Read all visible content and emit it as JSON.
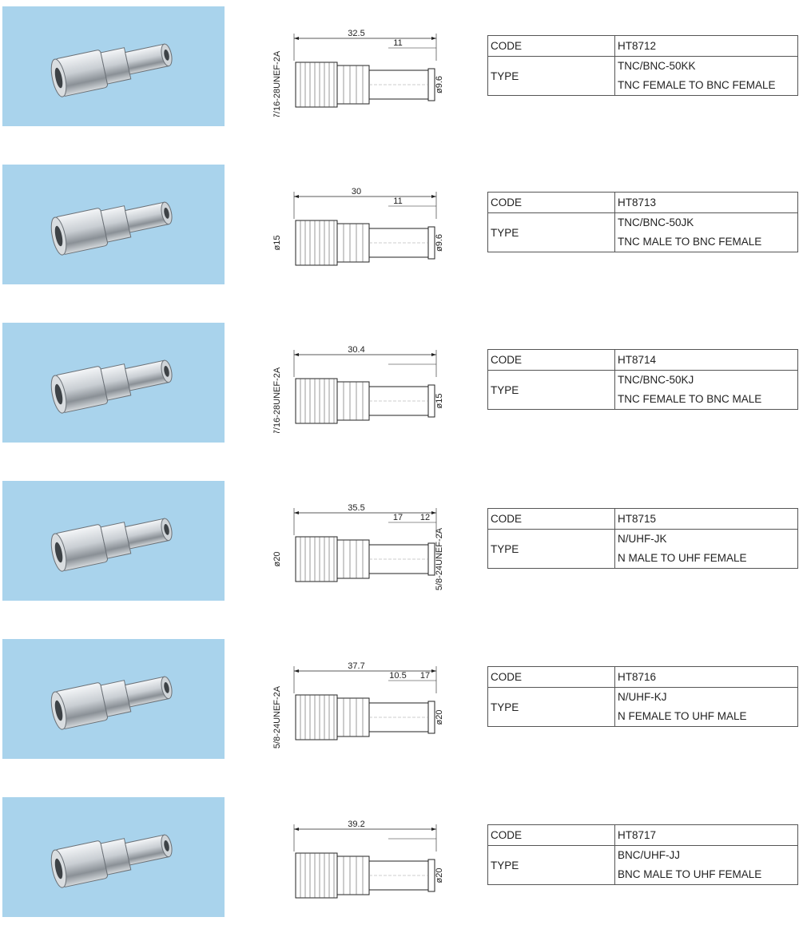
{
  "products": [
    {
      "code_label": "CODE",
      "code": "HT8712",
      "type_label": "TYPE",
      "model": "TNC/BNC-50KK",
      "description": "TNC FEMALE TO BNC FEMALE",
      "dims": {
        "length": "32.5",
        "sub1": "11",
        "sub2": "",
        "left": "7/16-28UNEF-2A",
        "right": "ø9.6"
      }
    },
    {
      "code_label": "CODE",
      "code": "HT8713",
      "type_label": "TYPE",
      "model": "TNC/BNC-50JK",
      "description": "TNC MALE TO BNC FEMALE",
      "dims": {
        "length": "30",
        "sub1": "11",
        "sub2": "",
        "left": "ø15",
        "right": "ø9.6"
      }
    },
    {
      "code_label": "CODE",
      "code": "HT8714",
      "type_label": "TYPE",
      "model": "TNC/BNC-50KJ",
      "description": "TNC FEMALE TO BNC MALE",
      "dims": {
        "length": "30.4",
        "sub1": "",
        "sub2": "",
        "left": "7/16-28UNEF-2A",
        "right": "ø15"
      }
    },
    {
      "code_label": "CODE",
      "code": "HT8715",
      "type_label": "TYPE",
      "model": "N/UHF-JK",
      "description": "N MALE TO UHF FEMALE",
      "dims": {
        "length": "35.5",
        "sub1": "17",
        "sub2": "12",
        "left": "ø20",
        "right": "5/8-24UNEF-2A"
      }
    },
    {
      "code_label": "CODE",
      "code": "HT8716",
      "type_label": "TYPE",
      "model": "N/UHF-KJ",
      "description": "N FEMALE TO UHF MALE",
      "dims": {
        "length": "37.7",
        "sub1": "10.5",
        "sub2": "17",
        "left": "5/8-24UNEF-2A",
        "right": "ø20"
      }
    },
    {
      "code_label": "CODE",
      "code": "HT8717",
      "type_label": "TYPE",
      "model": "BNC/UHF-JJ",
      "description": "BNC MALE TO UHF FEMALE",
      "dims": {
        "length": "39.2",
        "sub1": "",
        "sub2": "",
        "left": "",
        "right": "ø20"
      }
    }
  ],
  "colors": {
    "photo_background": "#a9d3ec",
    "table_border": "#555555",
    "metal": "#c8cdd2"
  }
}
